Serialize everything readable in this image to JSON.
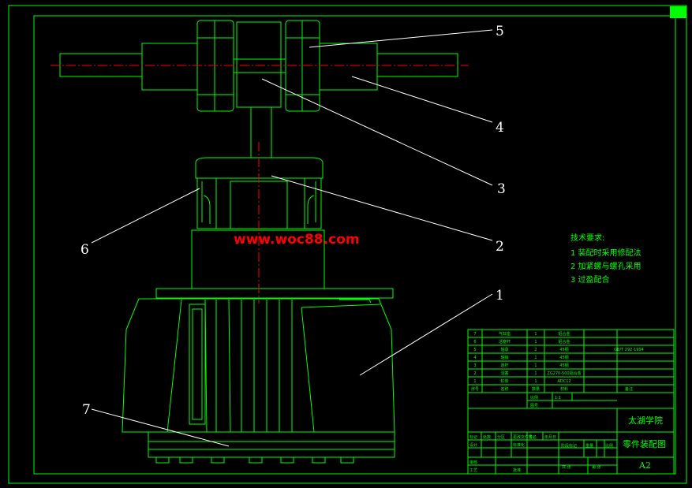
{
  "labels": [
    "1",
    "2",
    "3",
    "4",
    "5",
    "6",
    "7"
  ],
  "watermark": "www.woc88.com",
  "tech_requirements": {
    "heading": "技术要求:",
    "items": [
      "1 装配时采用修配法",
      "2 加紧螺与螺孔采用",
      "3 过盈配合"
    ]
  },
  "parts_table": {
    "rows": [
      {
        "no": "7",
        "name": "气缸座",
        "qty": "1",
        "material": "铝合金",
        "note": ""
      },
      {
        "no": "6",
        "name": "活塞杆",
        "qty": "1",
        "material": "铝合金",
        "note": ""
      },
      {
        "no": "5",
        "name": "轴承",
        "qty": "2",
        "material": "45钢",
        "note": "GB/T 292-1994"
      },
      {
        "no": "4",
        "name": "轴销",
        "qty": "1",
        "material": "45钢",
        "note": ""
      },
      {
        "no": "3",
        "name": "连杆",
        "qty": "1",
        "material": "45钢",
        "note": ""
      },
      {
        "no": "2",
        "name": "活塞",
        "qty": "1",
        "material": "ZG270-500铝合金",
        "note": ""
      },
      {
        "no": "1",
        "name": "缸体",
        "qty": "1",
        "material": "ADC12",
        "note": ""
      }
    ],
    "header": {
      "no": "序号",
      "name": "名称",
      "qty": "数量",
      "material": "材料",
      "note": "备注"
    }
  },
  "title_block": {
    "scale_label": "比例",
    "scale_value": "1:1",
    "sheet_label": "图号",
    "school": "太湖学院",
    "drawing_name": "零件装配图",
    "sheet_size": "A2",
    "rev_headers": [
      "标记",
      "处数",
      "分区",
      "更改文件号",
      "签名",
      "年月日"
    ],
    "design": "设计",
    "std": "标准化",
    "review": "审核",
    "process": "工艺",
    "approve": "批准",
    "stage": "阶段标记",
    "weight": "重量",
    "ratio": "比例",
    "sheets": "共 张",
    "sheet_of": "第 张"
  },
  "colors": {
    "line": "#00ff00",
    "centerline": "#ff0000",
    "leader": "#ffffff",
    "background": "#000000"
  }
}
